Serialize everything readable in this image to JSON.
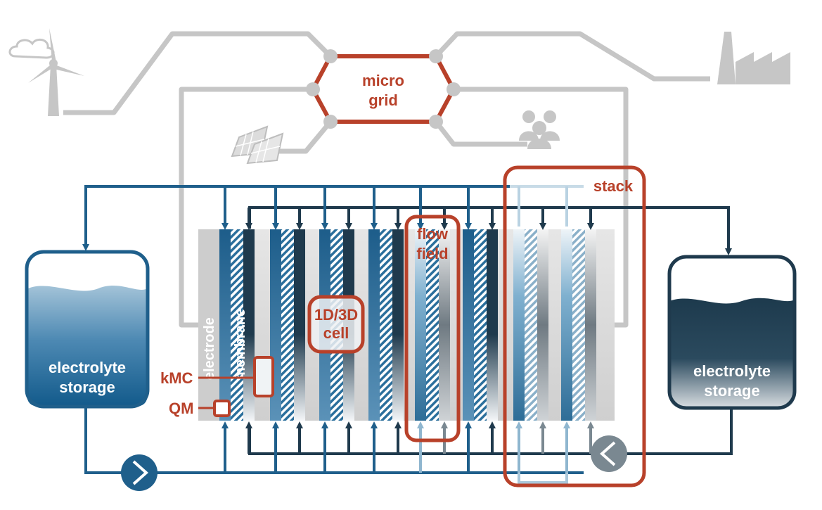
{
  "labels": {
    "micro_grid_line1": "micro",
    "micro_grid_line2": "grid",
    "stack": "stack",
    "flow_field_line1": "flow",
    "flow_field_line2": "field",
    "cell_line1": "1D/3D",
    "cell_line2": "cell",
    "electrode": "electrode",
    "membrane": "membrane",
    "kmc": "kMC",
    "qm": "QM",
    "storage_left_line1": "electrolyte",
    "storage_left_line2": "storage",
    "storage_right_line1": "electrolyte",
    "storage_right_line2": "storage"
  },
  "colors": {
    "accent_red": "#b8412a",
    "grid_gray": "#c6c6c6",
    "line_blue": "#1f5f8b",
    "line_navy": "#1f3a4d",
    "pale_blue": "#a9c7da",
    "mid_gray": "#7a8891"
  },
  "icons": [
    "wind-turbine-icon",
    "cloud-icon",
    "solar-panel-icon",
    "factory-icon",
    "people-icon",
    "pump-icon"
  ]
}
